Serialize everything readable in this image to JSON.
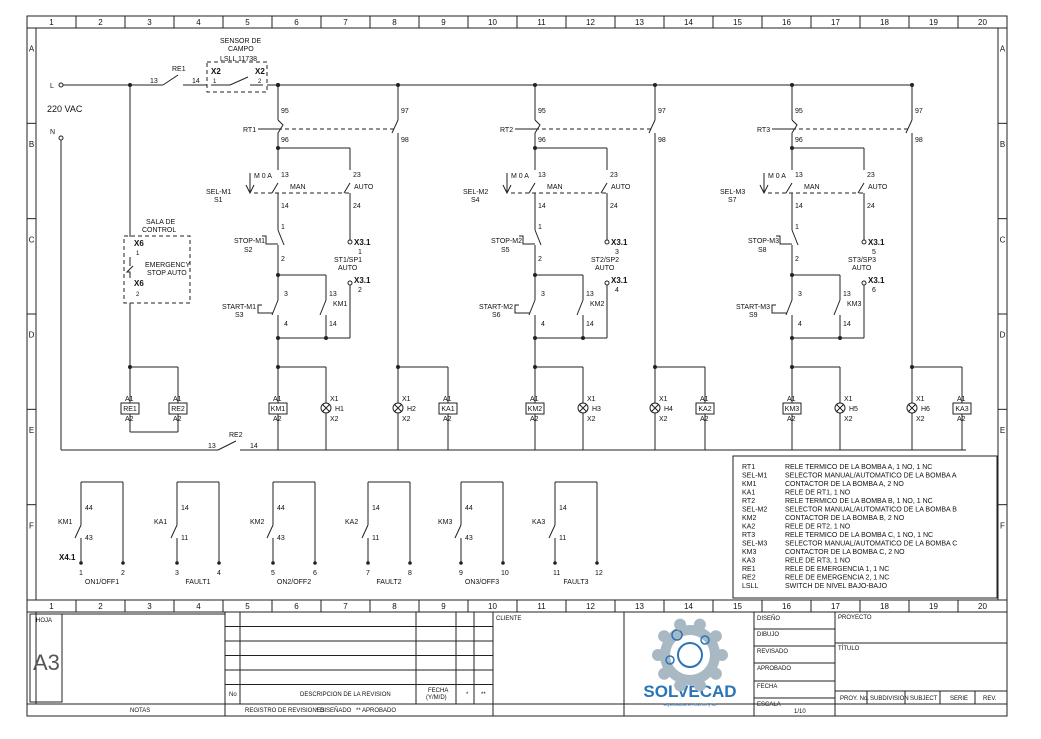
{
  "grid": {
    "columns": [
      "1",
      "2",
      "3",
      "4",
      "5",
      "6",
      "7",
      "8",
      "9",
      "10",
      "11",
      "12",
      "13",
      "14",
      "15",
      "16",
      "17",
      "18",
      "19",
      "20"
    ],
    "rows": [
      "A",
      "B",
      "C",
      "D",
      "E",
      "F"
    ]
  },
  "supply": {
    "phase": "L",
    "neutral": "N",
    "voltage": "220 VAC"
  },
  "field_sensor": {
    "title1": "SENSOR DE",
    "title2": "CAMPO",
    "tag": "LSLL 11738",
    "t1": "X2",
    "t2": "X2",
    "n1": "1",
    "n2": "2"
  },
  "re1": {
    "tag": "RE1",
    "n1": "13",
    "n2": "14"
  },
  "re2": {
    "tag": "RE2",
    "n1": "13",
    "n2": "14"
  },
  "control_room": {
    "title1": "SALA DE",
    "title2": "CONTROL",
    "x6a": "X6",
    "n1": "1",
    "label1": "EMERGENCY",
    "label2": "STOP AUTO",
    "x6b": "X6",
    "n2": "2"
  },
  "circuits": [
    {
      "rt": "RT1",
      "sel": "SEL-M1",
      "sel_s": "S1",
      "stop": "STOP-M1",
      "stop_s": "S2",
      "start": "START-M1",
      "start_s": "S3",
      "km": "KM1",
      "ka": "KA1",
      "st": "ST1/SP1",
      "auto": "AUTO",
      "x_a": "X3.1",
      "x_a_n": "1",
      "x_b": "X3.1",
      "x_b_n": "2",
      "lamp1": "H1",
      "lamp2": "H2"
    },
    {
      "rt": "RT2",
      "sel": "SEL-M2",
      "sel_s": "S4",
      "stop": "STOP-M2",
      "stop_s": "S5",
      "start": "START-M2",
      "start_s": "S6",
      "km": "KM2",
      "ka": "KA2",
      "st": "ST2/SP2",
      "auto": "AUTO",
      "x_a": "X3.1",
      "x_a_n": "3",
      "x_b": "X3.1",
      "x_b_n": "4",
      "lamp1": "H3",
      "lamp2": "H4"
    },
    {
      "rt": "RT3",
      "sel": "SEL-M3",
      "sel_s": "S7",
      "stop": "STOP-M3",
      "stop_s": "S8",
      "start": "START-M3",
      "start_s": "S9",
      "km": "KM3",
      "ka": "KA3",
      "st": "ST3/SP3",
      "auto": "AUTO",
      "x_a": "X3.1",
      "x_a_n": "5",
      "x_b": "X3.1",
      "x_b_n": "6",
      "lamp1": "H5",
      "lamp2": "H6"
    }
  ],
  "labels": {
    "man": "MAN",
    "auto": "AUTO",
    "m0a": "M 0 A",
    "a1": "A1",
    "a2": "A2",
    "x1": "X1",
    "x2": "X2",
    "re1": "RE1",
    "re2": "RE2"
  },
  "terminals": {
    "n95": "95",
    "n96": "96",
    "n97": "97",
    "n98": "98",
    "n13": "13",
    "n14": "14",
    "n23": "23",
    "n24": "24",
    "n1": "1",
    "n2": "2",
    "n3": "3",
    "n4": "4",
    "n43": "43",
    "n44": "44",
    "n11": "11"
  },
  "aux_contacts": [
    {
      "tag": "KM1",
      "top": "44",
      "bot": "43",
      "x": "X4.1",
      "a": "1",
      "b": "2",
      "label": "ON1/OFF1"
    },
    {
      "tag": "KA1",
      "top": "14",
      "bot": "11",
      "x": "",
      "a": "3",
      "b": "4",
      "label": "FAULT1"
    },
    {
      "tag": "KM2",
      "top": "44",
      "bot": "43",
      "x": "",
      "a": "5",
      "b": "6",
      "label": "ON2/OFF2"
    },
    {
      "tag": "KA2",
      "top": "14",
      "bot": "11",
      "x": "",
      "a": "7",
      "b": "8",
      "label": "FAULT2"
    },
    {
      "tag": "KM3",
      "top": "44",
      "bot": "43",
      "x": "",
      "a": "9",
      "b": "10",
      "label": "ON3/OFF3"
    },
    {
      "tag": "KA3",
      "top": "14",
      "bot": "11",
      "x": "",
      "a": "11",
      "b": "12",
      "label": "FAULT3"
    }
  ],
  "legend": [
    {
      "tag": "RT1",
      "desc": "RELE TERMICO DE LA BOMBA A, 1 NO, 1 NC"
    },
    {
      "tag": "SEL-M1",
      "desc": "SELECTOR MANUAL/AUTOMATICO DE LA BOMBA A"
    },
    {
      "tag": "KM1",
      "desc": "CONTACTOR DE LA BOMBA A, 2 NO"
    },
    {
      "tag": "KA1",
      "desc": "RELE DE RT1, 1 NO"
    },
    {
      "tag": "RT2",
      "desc": "RELE TERMICO DE LA BOMBA B, 1 NO, 1 NC"
    },
    {
      "tag": "SEL-M2",
      "desc": "SELECTOR MANUAL/AUTOMATICO DE LA BOMBA B"
    },
    {
      "tag": "KM2",
      "desc": "CONTACTOR DE LA BOMBA B, 2 NO"
    },
    {
      "tag": "KA2",
      "desc": "RELE DE RT2, 1 NO"
    },
    {
      "tag": "RT3",
      "desc": "RELE TERMICO DE LA BOMBA C, 1 NO, 1 NC"
    },
    {
      "tag": "SEL-M3",
      "desc": "SELECTOR MANUAL/AUTOMATICO DE LA BOMBA C"
    },
    {
      "tag": "KM3",
      "desc": "CONTACTOR DE LA BOMBA C, 2 NO"
    },
    {
      "tag": "KA3",
      "desc": "RELE DE RT3, 1 NO"
    },
    {
      "tag": "RE1",
      "desc": "RELE DE EMERGENCIA 1, 1 NC"
    },
    {
      "tag": "RE2",
      "desc": "RELE DE EMERGENCIA 2, 1 NC"
    },
    {
      "tag": "LSLL",
      "desc": "SWITCH DE NIVEL BAJO-BAJO"
    }
  ],
  "title_block": {
    "hoja": "HOJA",
    "size": "A3",
    "notas": "NOTAS",
    "no": "No",
    "descripcion": "DESCRIPCION DE LA REVISION",
    "fecha": "FECHA",
    "fecha2": "(Y/M/D)",
    "star": "*",
    "dstar": "**",
    "registro": "REGISTRO DE REVISIONES",
    "disenado": "* DISEÑADO",
    "aprobado_note": "** APROBADO",
    "cliente": "CLIENTE",
    "diseno": "DISEÑO",
    "dibujo": "DIBUJO",
    "revisado": "REVISADO",
    "aprobado": "APROBADO",
    "fecha_r": "FECHA",
    "escala": "ESCALA",
    "sheet_no": "1/10",
    "proyecto": "PROYECTO",
    "titulo": "TÍTULO",
    "proy_no": "PROY. No.",
    "subdivision": "SUBDIVISION",
    "subject": "SUBJECT",
    "serie": "SERIE",
    "rev": "REV.",
    "brand": "SOLVECAD",
    "tagline": "Especialistas en Cad 2D y 3D",
    "brand_color": "#2a74b8",
    "gear_color": "#a9b9c4"
  }
}
